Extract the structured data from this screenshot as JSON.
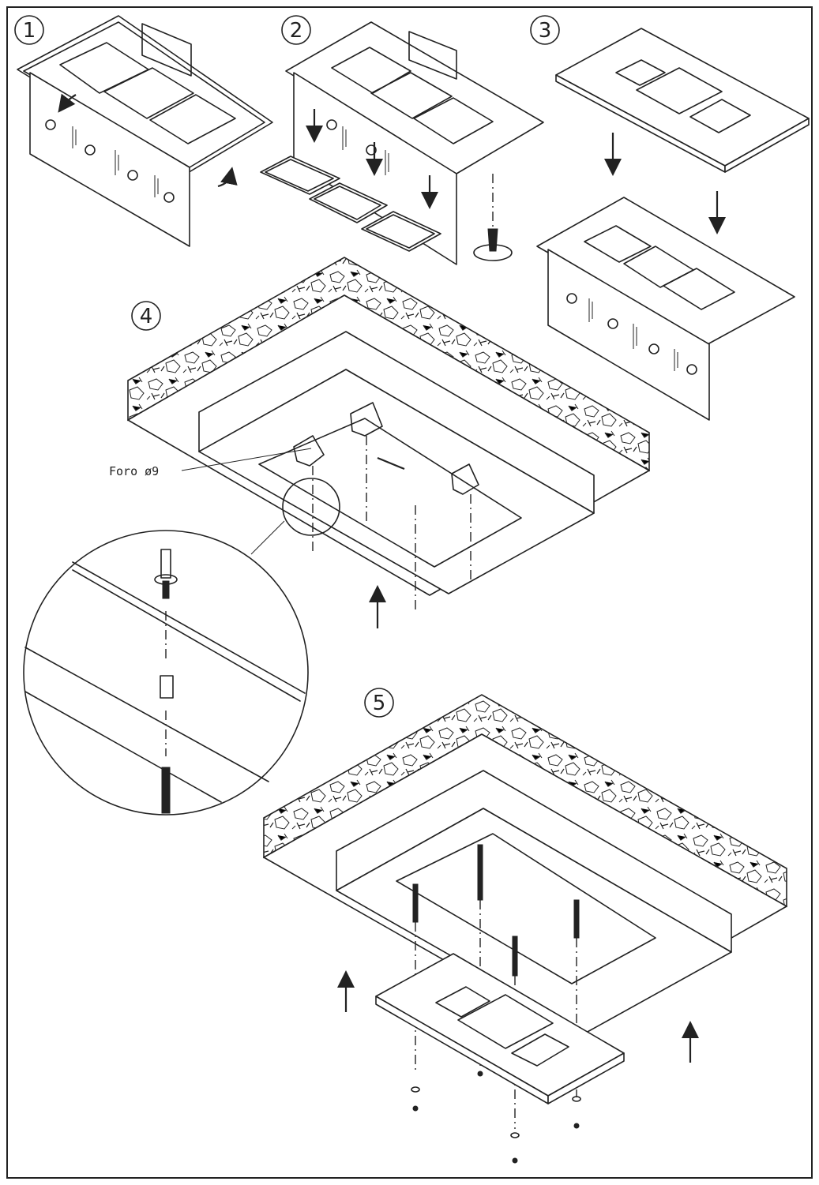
{
  "steps": [
    {
      "label": "1"
    },
    {
      "label": "2"
    },
    {
      "label": "3"
    },
    {
      "label": "4"
    },
    {
      "label": "5"
    }
  ],
  "annotations": {
    "hole_label": "Foro  ø9"
  },
  "colors": {
    "line": "#222222",
    "background": "#ffffff"
  }
}
